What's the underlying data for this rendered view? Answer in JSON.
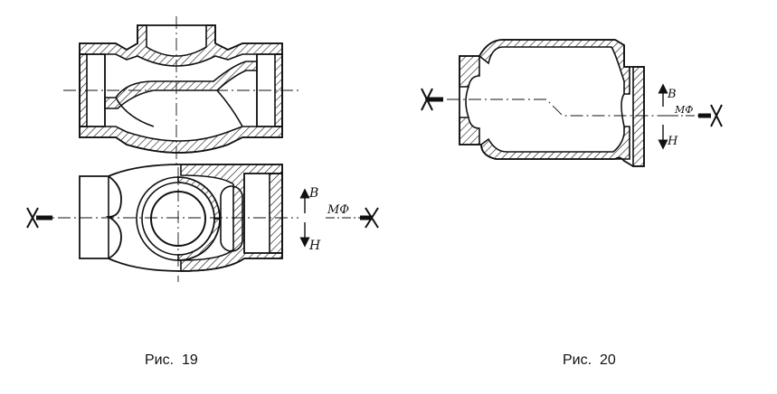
{
  "figures": [
    {
      "caption": "Рис.  19",
      "labels": {
        "top": "В",
        "bottom": "Н",
        "side": "МФ"
      }
    },
    {
      "caption": "Рис.  20",
      "labels": {
        "top": "В",
        "bottom": "Н",
        "side": "МФ"
      }
    }
  ],
  "colors": {
    "ink": "#111111",
    "background": "#ffffff"
  }
}
